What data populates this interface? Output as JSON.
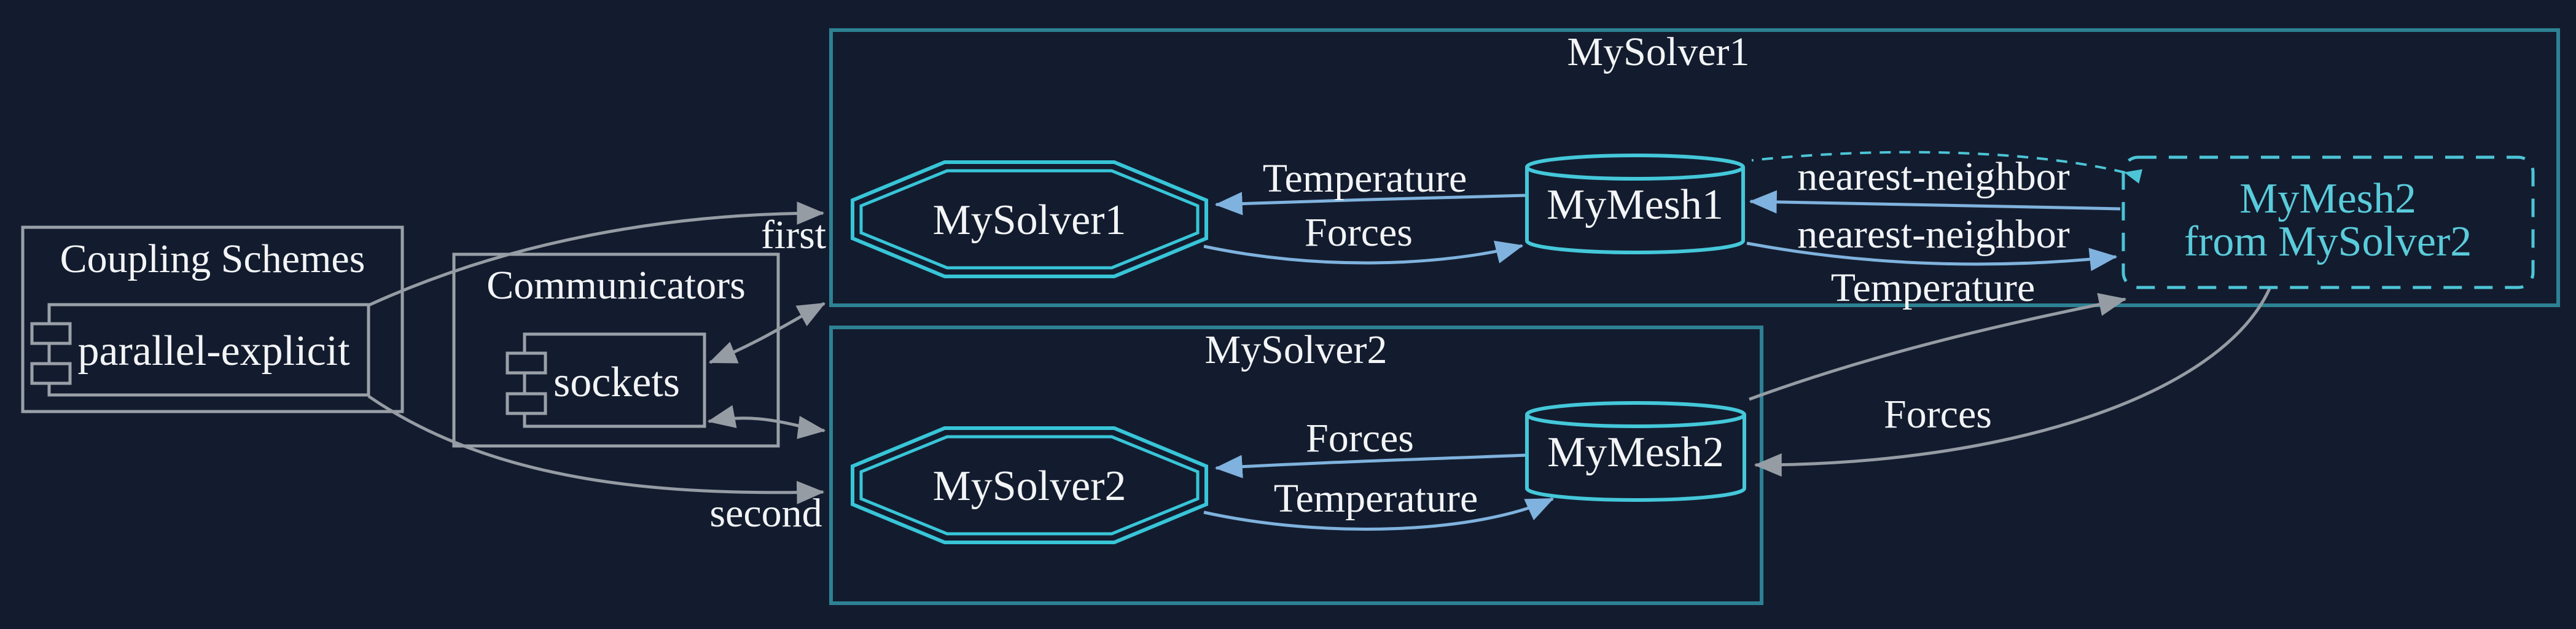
{
  "background_color": "#131c2e",
  "colors": {
    "cluster_border_teal": "#2e8194",
    "outer_box_gray": "#9aa0a8",
    "solver_node_cyan": "#38c5d8",
    "mesh_node_cyan": "#44c8da",
    "remote_mesh_dashed_cyan": "#4cc5d7",
    "edge_blue": "#7fb2de",
    "edge_gray": "#969ca4",
    "text_white": "#f2f4f6",
    "text_cyan": "#5accdb"
  },
  "clusters": {
    "coupling_schemes": {
      "title": "Coupling Schemes"
    },
    "communicators": {
      "title": "Communicators"
    },
    "mysolver1": {
      "title": "MySolver1"
    },
    "mysolver2": {
      "title": "MySolver2"
    }
  },
  "nodes": {
    "parallel_explicit": {
      "label": "parallel-explicit"
    },
    "sockets": {
      "label": "sockets"
    },
    "mysolver1": {
      "label": "MySolver1"
    },
    "mymesh1": {
      "label": "MyMesh1"
    },
    "mysolver2": {
      "label": "MySolver2"
    },
    "mymesh2": {
      "label": "MyMesh2"
    },
    "mymesh2_remote": {
      "line1": "MyMesh2",
      "line2": "from MySolver2"
    }
  },
  "edge_labels": {
    "first": "first",
    "second": "second",
    "temperature_to_solver1": "Temperature",
    "forces_to_mesh1": "Forces",
    "nearest_neighbor_read": "nearest-neighbor",
    "nearest_neighbor_write": "nearest-neighbor",
    "temperature_exchange": "Temperature",
    "forces_exchange": "Forces",
    "forces_to_solver2": "Forces",
    "temperature_to_mesh2": "Temperature"
  }
}
